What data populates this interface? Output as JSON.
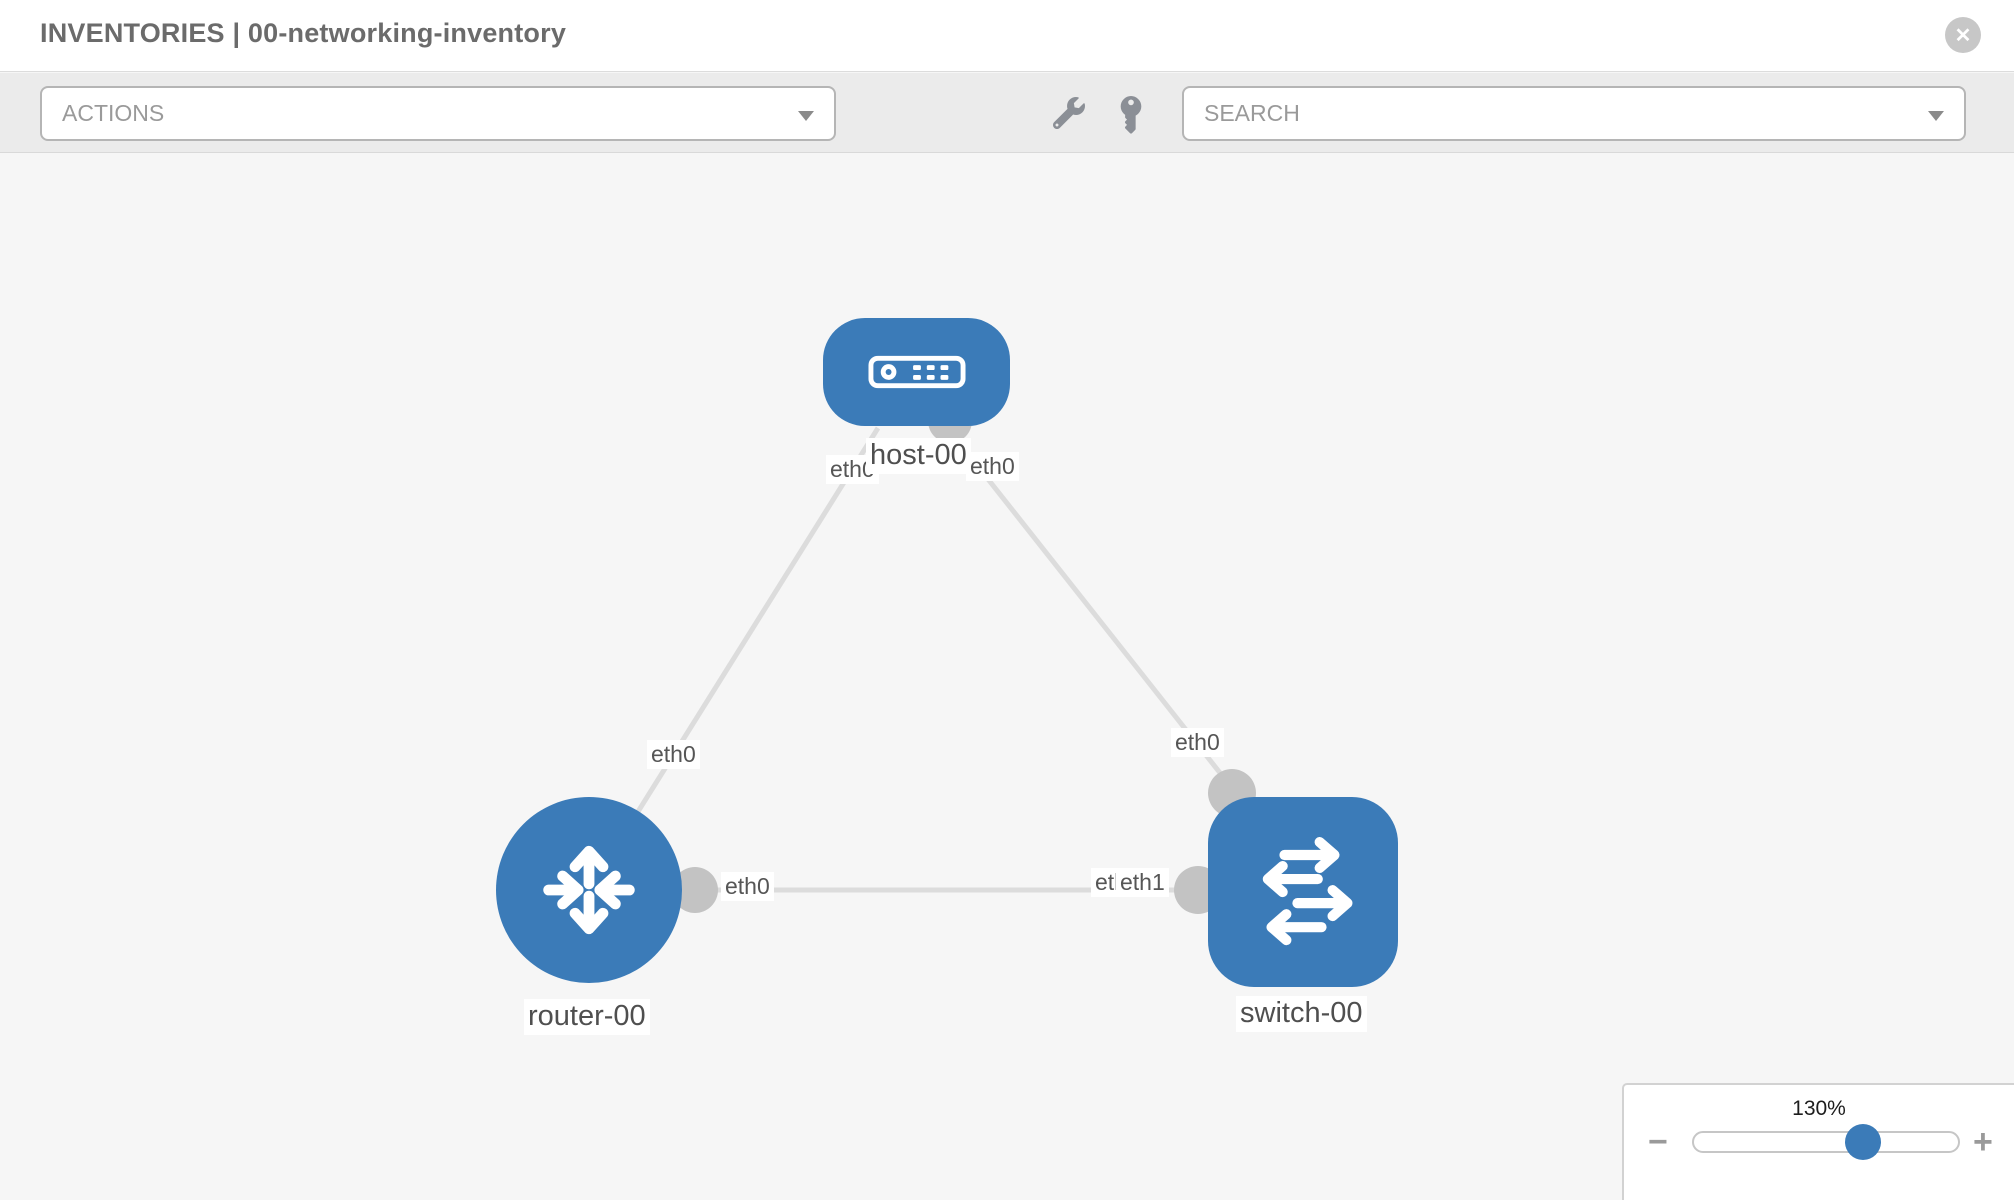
{
  "header": {
    "title": "INVENTORIES | 00-networking-inventory"
  },
  "toolbar": {
    "actions_label": "ACTIONS",
    "search_placeholder": "SEARCH"
  },
  "topology": {
    "nodes": [
      {
        "label": "host-00",
        "type": "host"
      },
      {
        "label": "router-00",
        "type": "router"
      },
      {
        "label": "switch-00",
        "type": "switch"
      }
    ],
    "links": [
      {
        "from": "host-00",
        "to": "router-00"
      },
      {
        "from": "host-00",
        "to": "switch-00"
      },
      {
        "from": "router-00",
        "to": "switch-00"
      }
    ],
    "iface_labels": [
      {
        "text": "eth0",
        "at": "host-left"
      },
      {
        "text": "eth0",
        "at": "host-right"
      },
      {
        "text": "eth0",
        "at": "link-host-router"
      },
      {
        "text": "eth0",
        "at": "link-host-switch"
      },
      {
        "text": "eth0",
        "at": "router-right"
      },
      {
        "text": "eth0",
        "at": "switch-left-under"
      },
      {
        "text": "eth1",
        "at": "switch-left"
      }
    ]
  },
  "zoom_control": {
    "value": "130%",
    "minus": "−",
    "plus": "+"
  },
  "colors": {
    "node_blue": "#3b7bb8",
    "link_gray": "#dcdcdc",
    "connector_gray": "#c3c3c3",
    "canvas_bg": "#f6f6f6",
    "toolbar_bg": "#ebebeb"
  }
}
